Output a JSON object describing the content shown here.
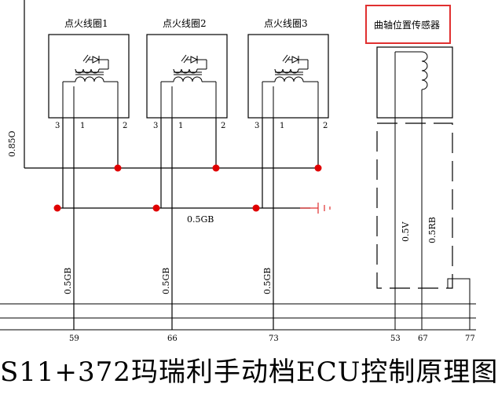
{
  "coils": [
    {
      "label": "点火线圈1",
      "pins": [
        "3",
        "1",
        "2"
      ]
    },
    {
      "label": "点火线圈2",
      "pins": [
        "3",
        "1",
        "2"
      ]
    },
    {
      "label": "点火线圈3",
      "pins": [
        "3",
        "1",
        "2"
      ]
    }
  ],
  "sensor": {
    "label": "曲轴位置传感器",
    "wires": [
      "0.5V",
      "0.5RB"
    ]
  },
  "wire_labels": {
    "left_feed": "0.85O",
    "ground_bus": "0.5GB",
    "drops": [
      "0.5GB",
      "0.5GB",
      "0.5GB"
    ]
  },
  "pin_numbers": [
    "59",
    "66",
    "73",
    "53",
    "67",
    "77"
  ],
  "highlight_color": "#e03030",
  "junction_color": "#e00000",
  "title": "S11+372玛瑞利手动档ECU控制原理图"
}
